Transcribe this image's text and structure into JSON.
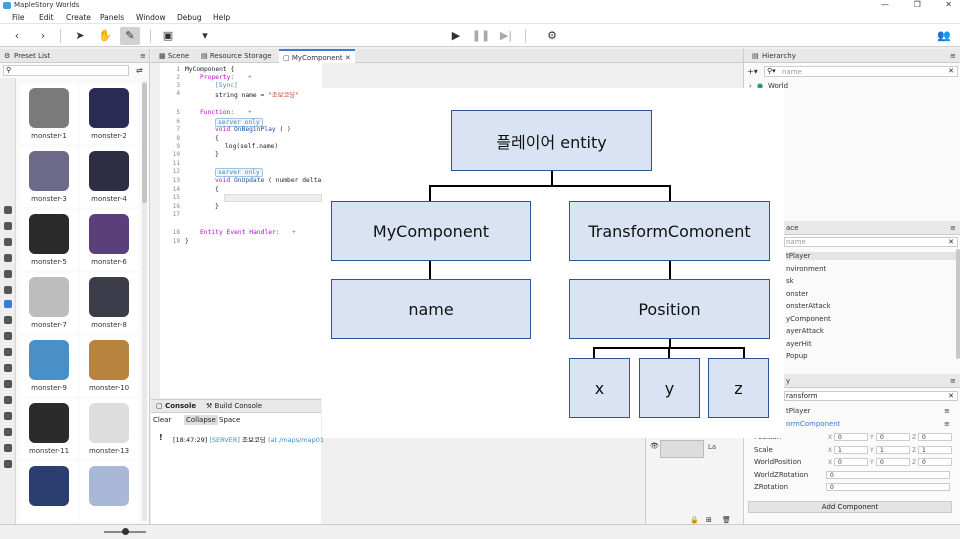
{
  "app": {
    "title": "MapleStory Worlds",
    "window_controls": [
      "—",
      "❐",
      "✕"
    ]
  },
  "menu": [
    "File",
    "Edit",
    "Create",
    "Panels",
    "Window",
    "Debug",
    "Help"
  ],
  "left_panel": {
    "title": "Preset List",
    "search_placeholder": "",
    "items": [
      {
        "name": "monster-1",
        "color": "#7a7a7a"
      },
      {
        "name": "monster-2",
        "color": "#2b2a52"
      },
      {
        "name": "monster-3",
        "color": "#6b6a88"
      },
      {
        "name": "monster-4",
        "color": "#2d2d44"
      },
      {
        "name": "monster-5",
        "color": "#2a2a2a"
      },
      {
        "name": "monster-6",
        "color": "#5a3f7a"
      },
      {
        "name": "monster-7",
        "color": "#bdbdbd"
      },
      {
        "name": "monster-8",
        "color": "#3b3b4a"
      },
      {
        "name": "monster-9",
        "color": "#4a90c8"
      },
      {
        "name": "monster-10",
        "color": "#b8833c"
      },
      {
        "name": "monster-11",
        "color": "#2b2b2b"
      },
      {
        "name": "monster-13",
        "color": "#dddddd"
      },
      {
        "name": "",
        "color": "#2c3e70"
      },
      {
        "name": "",
        "color": "#a9b8d6"
      }
    ]
  },
  "tabs": [
    {
      "label": "Scene"
    },
    {
      "label": "Resource Storage"
    },
    {
      "label": "MyComponent",
      "close": "✕"
    }
  ],
  "code": {
    "line_numbers": [
      "1",
      "2",
      "3",
      "4",
      "5",
      "6",
      "7",
      "8",
      "9",
      "10",
      "11",
      "12",
      "13",
      "14",
      "15",
      "16",
      "17",
      "18",
      "19"
    ],
    "l1": "MyComponent {",
    "l2": "Property:",
    "l3": "[Sync]",
    "l4a": "string name = ",
    "l4b": "\"조보코딩\"",
    "l5": "Function:",
    "l6": "server only",
    "l7a": "void ",
    "l7b": "OnBeginPlay",
    "l7c": " ( )",
    "l8": "{",
    "l9": "log(self.name)",
    "l10": "}",
    "l12": "server only",
    "l13a": "void ",
    "l13b": "OnUpdate",
    "l13c": " ( number delta )",
    "l14": "{",
    "l16": "}",
    "l18": "Entity Event Handler:",
    "l19": "}",
    "plus": "+"
  },
  "console": {
    "tab_console": "Console",
    "tab_build": "Build Console",
    "btn_clear": "Clear",
    "btn_collapse": "Collapse",
    "btn_space": "Space",
    "log_time": "[18:47:29]",
    "log_tag": "[SERVER]",
    "log_msg": "조보코딩",
    "log_path": "(at /maps/map01"
  },
  "hierarchy": {
    "title": "Hierarchy",
    "search_placeholder": "name",
    "root": "World"
  },
  "workspace": {
    "title_suffix": "ace",
    "search_placeholder": "name",
    "items": [
      "tPlayer",
      "nvironment",
      "sk",
      "onster",
      "onsterAttack",
      "yComponent",
      "ayerAttack",
      "ayerHit",
      "Popup"
    ]
  },
  "property": {
    "title_suffix": "y",
    "search_value": "ransform",
    "entity": "tPlayer",
    "component": "ormComponent",
    "layer_label": "La",
    "rows": [
      {
        "label": "Position",
        "x": "0",
        "y": "0",
        "z": "0"
      },
      {
        "label": "Scale",
        "x": "1",
        "y": "1",
        "z": "1"
      },
      {
        "label": "WorldPosition",
        "x": "0",
        "y": "0",
        "z": "0"
      },
      {
        "label": "WorldZRotation",
        "value": "0"
      },
      {
        "label": "ZRotation",
        "value": "0"
      }
    ],
    "add_component": "Add Component"
  },
  "diagram": {
    "root": "플레이어 entity",
    "child1": "MyComponent",
    "child2": "TransformComonent",
    "leaf1": "name",
    "leaf2": "Position",
    "x": "x",
    "y": "y",
    "z": "z"
  },
  "colors": {
    "accent": "#3b7bd6",
    "box_fill": "#dae3f3",
    "box_border": "#2f5597"
  }
}
